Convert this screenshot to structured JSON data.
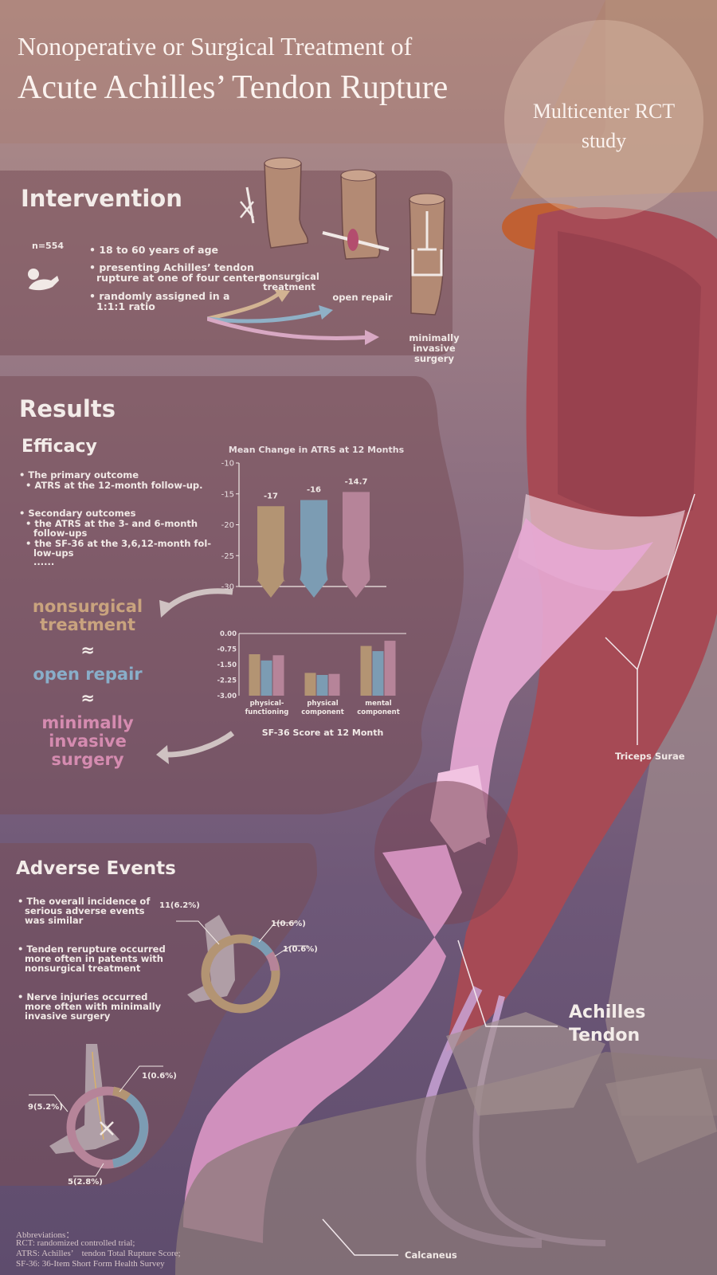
{
  "header": {
    "title_line1": "Nonoperative or Surgical Treatment of",
    "title_line2": "Acute Achilles’ Tendon Rupture",
    "study_line1": "Multicenter RCT",
    "study_line2": "study"
  },
  "intervention": {
    "heading": "Intervention",
    "n": "n=554",
    "bullets": [
      "• 18 to 60 years of age",
      "• presenting Achilles’ tendon",
      "rupture at one of four centers",
      "• randomly assigned in a",
      "1:1:1 ratio"
    ],
    "arm_nonsurgical_1": "nonsurgical",
    "arm_nonsurgical_2": "treatment",
    "arm_open": "open repair",
    "arm_min_1": "minimally",
    "arm_min_2": "invasive",
    "arm_min_3": "surgery"
  },
  "results": {
    "heading": "Results",
    "efficacy_heading": "Efficacy",
    "lines": [
      "• The primary outcome",
      "• ATRS at the 12-month follow-up.",
      "• Secondary outcomes",
      "• the ATRS at the 3- and 6-month",
      "follow-ups",
      "• the SF-36 at the 3,6,12-month fol-",
      "low-ups",
      "......"
    ],
    "cmp_nonsurgical_1": "nonsurgical",
    "cmp_nonsurgical_2": "treatment",
    "approx1": "≈",
    "cmp_open": "open repair",
    "approx2": "≈",
    "cmp_min_1": "minimally",
    "cmp_min_2": "invasive",
    "cmp_min_3": "surgery"
  },
  "chart_data": [
    {
      "type": "bar",
      "title": "Mean Change in ATRS at 12 Months",
      "categories": [
        "nonsurgical treatment",
        "open repair",
        "minimally invasive surgery"
      ],
      "values": [
        -17,
        -16,
        -14.7
      ],
      "value_labels": [
        "-17",
        "-16",
        "-14.7"
      ],
      "yticks": [
        "-10",
        "-15",
        "-20",
        "-25",
        "-30"
      ],
      "ylim": [
        -30,
        -10
      ],
      "colors": [
        "#b39473",
        "#7c9cb3",
        "#b68499"
      ]
    },
    {
      "type": "bar",
      "title": "SF-36 Score at 12 Month",
      "categories": [
        "physical-functioning",
        "physical component",
        "mental component"
      ],
      "category_labels": [
        [
          "physical-",
          "functioning"
        ],
        [
          "physical",
          "component"
        ],
        [
          "mental",
          "component"
        ]
      ],
      "series": [
        {
          "values": [
            -1.0,
            -1.9,
            -0.6
          ]
        },
        {
          "values": [
            -1.3,
            -2.0,
            -0.85
          ]
        },
        {
          "values": [
            -1.05,
            -1.95,
            -0.35
          ]
        }
      ],
      "yticks": [
        "0.00",
        "-0.75",
        "-1.50",
        "-2.25",
        "-3.00"
      ],
      "ylim": [
        -3.0,
        0.0
      ],
      "colors": [
        "#b39473",
        "#7c9cb3",
        "#b68499"
      ]
    }
  ],
  "adverse": {
    "heading": "Adverse Events",
    "lines": [
      "• The overall incidence of",
      "serious adverse events",
      "was similar",
      "• Tenden rerupture occurred",
      "more often in patents with",
      "nonsurgical treatment",
      "• Nerve injuries occurred",
      "more often with minimally",
      "invasive surgery"
    ],
    "rerupture": {
      "label_a": "11(6.2%)",
      "label_b": "1(0.6%)",
      "label_c": "1(0.6%)",
      "values": [
        11,
        1,
        1
      ]
    },
    "nerve": {
      "label_a": "1(0.6%)",
      "label_b": "9(5.2%)",
      "label_c": "5(2.8%)",
      "values": [
        1,
        9,
        5
      ]
    }
  },
  "anatomy": {
    "triceps": "Triceps Surae",
    "achilles_1": "Achilles",
    "achilles_2": "Tendon",
    "calcaneus": "Calcaneus"
  },
  "abbreviations": {
    "heading": "Abbreviations：",
    "rct": "RCT: randomized controlled trial;",
    "atrs": "ATRS: Achilles’    tendon Total Rupture Score;",
    "sf36": "SF-36: 36-Item Short Form Health Survey"
  },
  "colors": {
    "nonsurgical": "#b39473",
    "open": "#7c9cb3",
    "minimally": "#b68499",
    "muscle": "#a64a55",
    "tendon": "#e6a8d2"
  }
}
